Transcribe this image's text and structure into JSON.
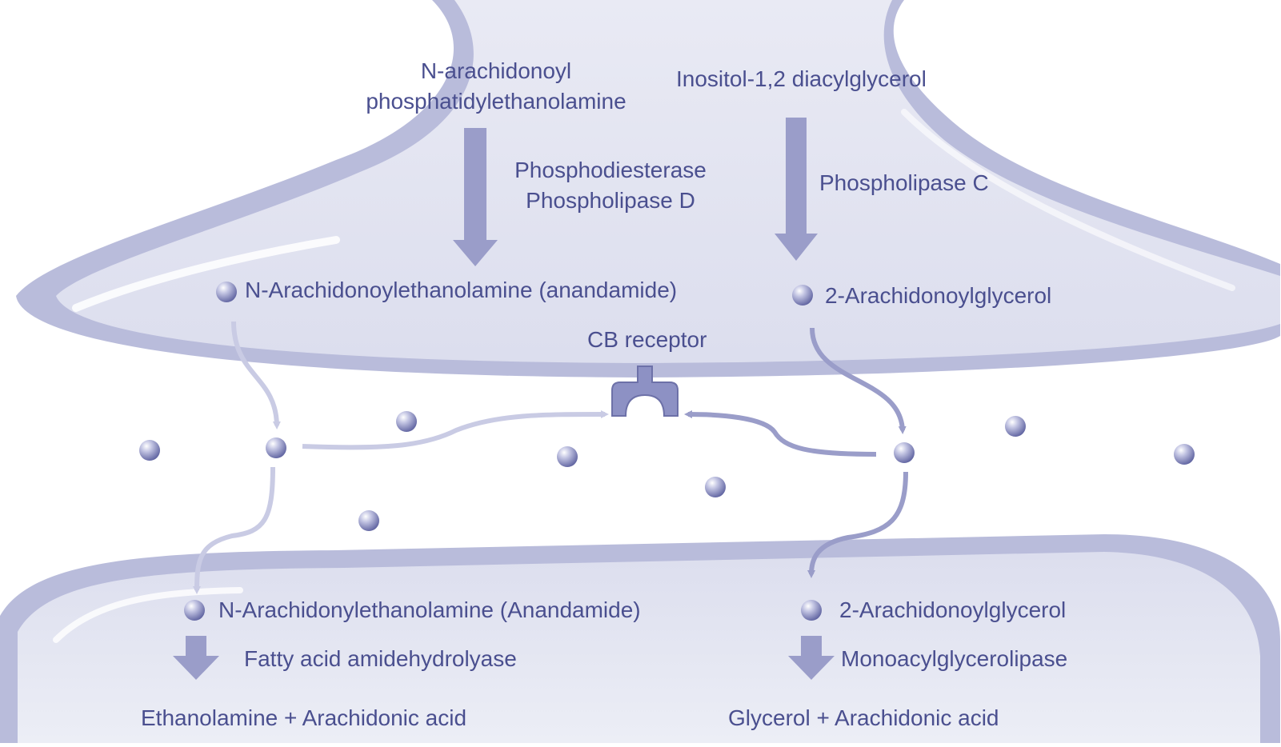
{
  "presynaptic": {
    "precursor_a_line1": "N-arachidonoyl",
    "precursor_a_line2": "phosphatidylethanolamine",
    "precursor_b": "Inositol-1,2 diacylglycerol",
    "enzyme_a_line1": "Phosphodiesterase",
    "enzyme_a_line2": "Phospholipase D",
    "enzyme_b": "Phospholipase C",
    "product_a": "N-Arachidonoylethanolamine (anandamide)",
    "product_b": "2-Arachidonoylglycerol"
  },
  "synapse": {
    "receptor_label": "CB receptor"
  },
  "postsynaptic": {
    "compound_a": "N-Arachidonylethanolamine (Anandamide)",
    "compound_b": "2-Arachidonoylglycerol",
    "enzyme_a": "Fatty acid amidehydrolyase",
    "enzyme_b": "Monoacylglycerolipase",
    "result_a": "Ethanolamine + Arachidonic acid",
    "result_b": "Glycerol + Arachidonic acid"
  },
  "colors": {
    "text": "#4a4f8f",
    "membrane": "#b9bcdb",
    "cytoplasm": "#e3e4f1",
    "arrow_dark": "#9a9dc9",
    "arrow_light": "#c9cbe4",
    "molecule": "#8286bd"
  }
}
